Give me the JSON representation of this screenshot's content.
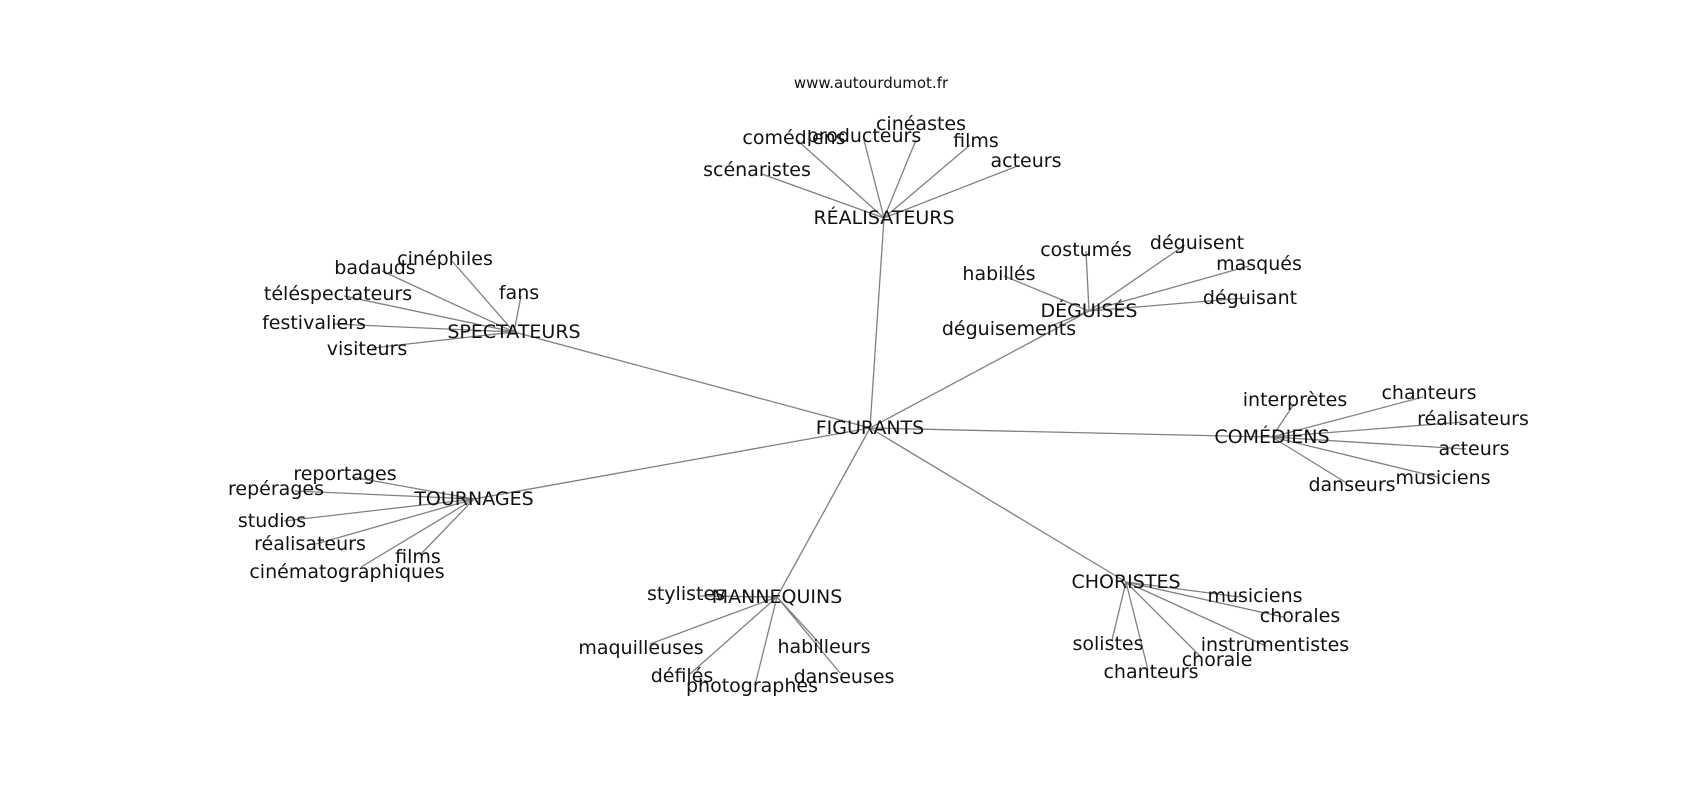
{
  "credit": "www.autourdumot.fr",
  "colors": {
    "edge": "#808080",
    "text": "#111111",
    "background": "#ffffff"
  },
  "root": {
    "id": "figurants",
    "label": "FIGURANTS"
  },
  "clusters": [
    {
      "id": "realisateurs",
      "label": "RÉALISATEURS",
      "leaves": [
        "comédiens",
        "producteurs",
        "cinéastes",
        "films",
        "scénaristes",
        "acteurs"
      ]
    },
    {
      "id": "deguises",
      "label": "DÉGUISÉS",
      "leaves": [
        "costumés",
        "déguisent",
        "habillés",
        "masqués",
        "déguisant",
        "déguisements"
      ]
    },
    {
      "id": "spectateurs",
      "label": "SPECTATEURS",
      "leaves": [
        "cinéphiles",
        "badauds",
        "téléspectateurs",
        "fans",
        "festivaliers",
        "visiteurs"
      ]
    },
    {
      "id": "comediens",
      "label": "COMÉDIENS",
      "leaves": [
        "interprètes",
        "chanteurs",
        "réalisateurs",
        "acteurs",
        "musiciens",
        "danseurs"
      ]
    },
    {
      "id": "tournages",
      "label": "TOURNAGES",
      "leaves": [
        "reportages",
        "repérages",
        "studios",
        "réalisateurs",
        "films",
        "cinématographiques"
      ]
    },
    {
      "id": "mannequins",
      "label": "MANNEQUINS",
      "leaves": [
        "stylistes",
        "maquilleuses",
        "habilleurs",
        "défilés",
        "danseuses",
        "photographes"
      ]
    },
    {
      "id": "choristes",
      "label": "CHORISTES",
      "leaves": [
        "musiciens",
        "chorales",
        "solistes",
        "instrumentistes",
        "chorale",
        "chanteurs"
      ]
    }
  ]
}
